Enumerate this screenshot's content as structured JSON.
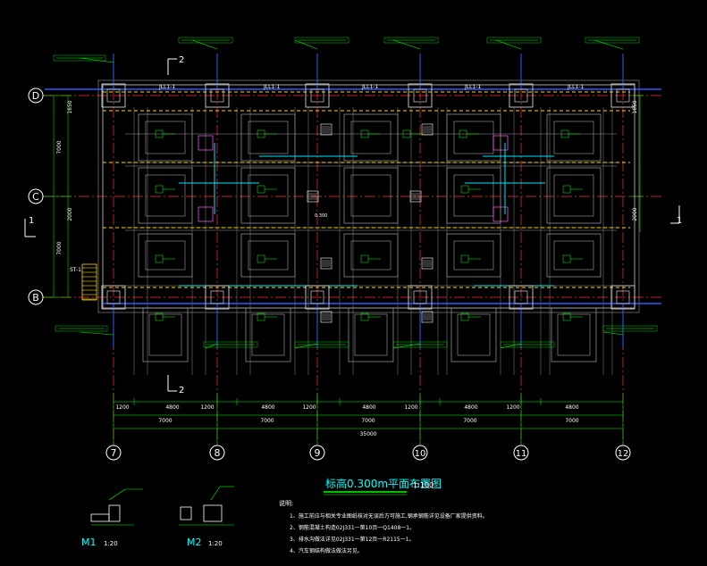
{
  "drawing": {
    "title": "标高0.300m平面布置图",
    "title_scale": "1:100",
    "axes_bottom": [
      "7",
      "8",
      "9",
      "10",
      "11",
      "12"
    ],
    "axes_left": [
      "D",
      "C",
      "B"
    ],
    "section_marks": [
      "2",
      "2",
      "1",
      "1"
    ],
    "dim_top_row": [
      "1200",
      "4800",
      "1200",
      "4800",
      "1200",
      "4800",
      "1200",
      "4800",
      "1200",
      "4800"
    ],
    "dim_mid_row": [
      "7000",
      "7000",
      "7000",
      "7000",
      "7000"
    ],
    "dim_total": "35000",
    "dim_left": [
      "1650",
      "7000",
      "2000",
      "7000"
    ],
    "dim_right": [
      "1650",
      "2000"
    ],
    "beam_labels": [
      "JLL1-1",
      "JLL1-1",
      "JLL1-1",
      "JLL1-1",
      "JLL1-1"
    ],
    "stair_label": "ST-1",
    "elev_label": "0.300",
    "details": [
      {
        "name": "M1",
        "scale": "1:20"
      },
      {
        "name": "M2",
        "scale": "1:20"
      }
    ],
    "notes_heading": "说明:",
    "notes": [
      "1、施工前应与相关专业图纸核对无误后方可施工,钢承钢筋详见设备厂家提供资料。",
      "2、钢筋混凝土构造02J331一第10页一Q1408一1。",
      "3、排水沟做法详见02J331一第12页一R2115一1。",
      "4、汽车钢结构做法做法另见。"
    ]
  }
}
